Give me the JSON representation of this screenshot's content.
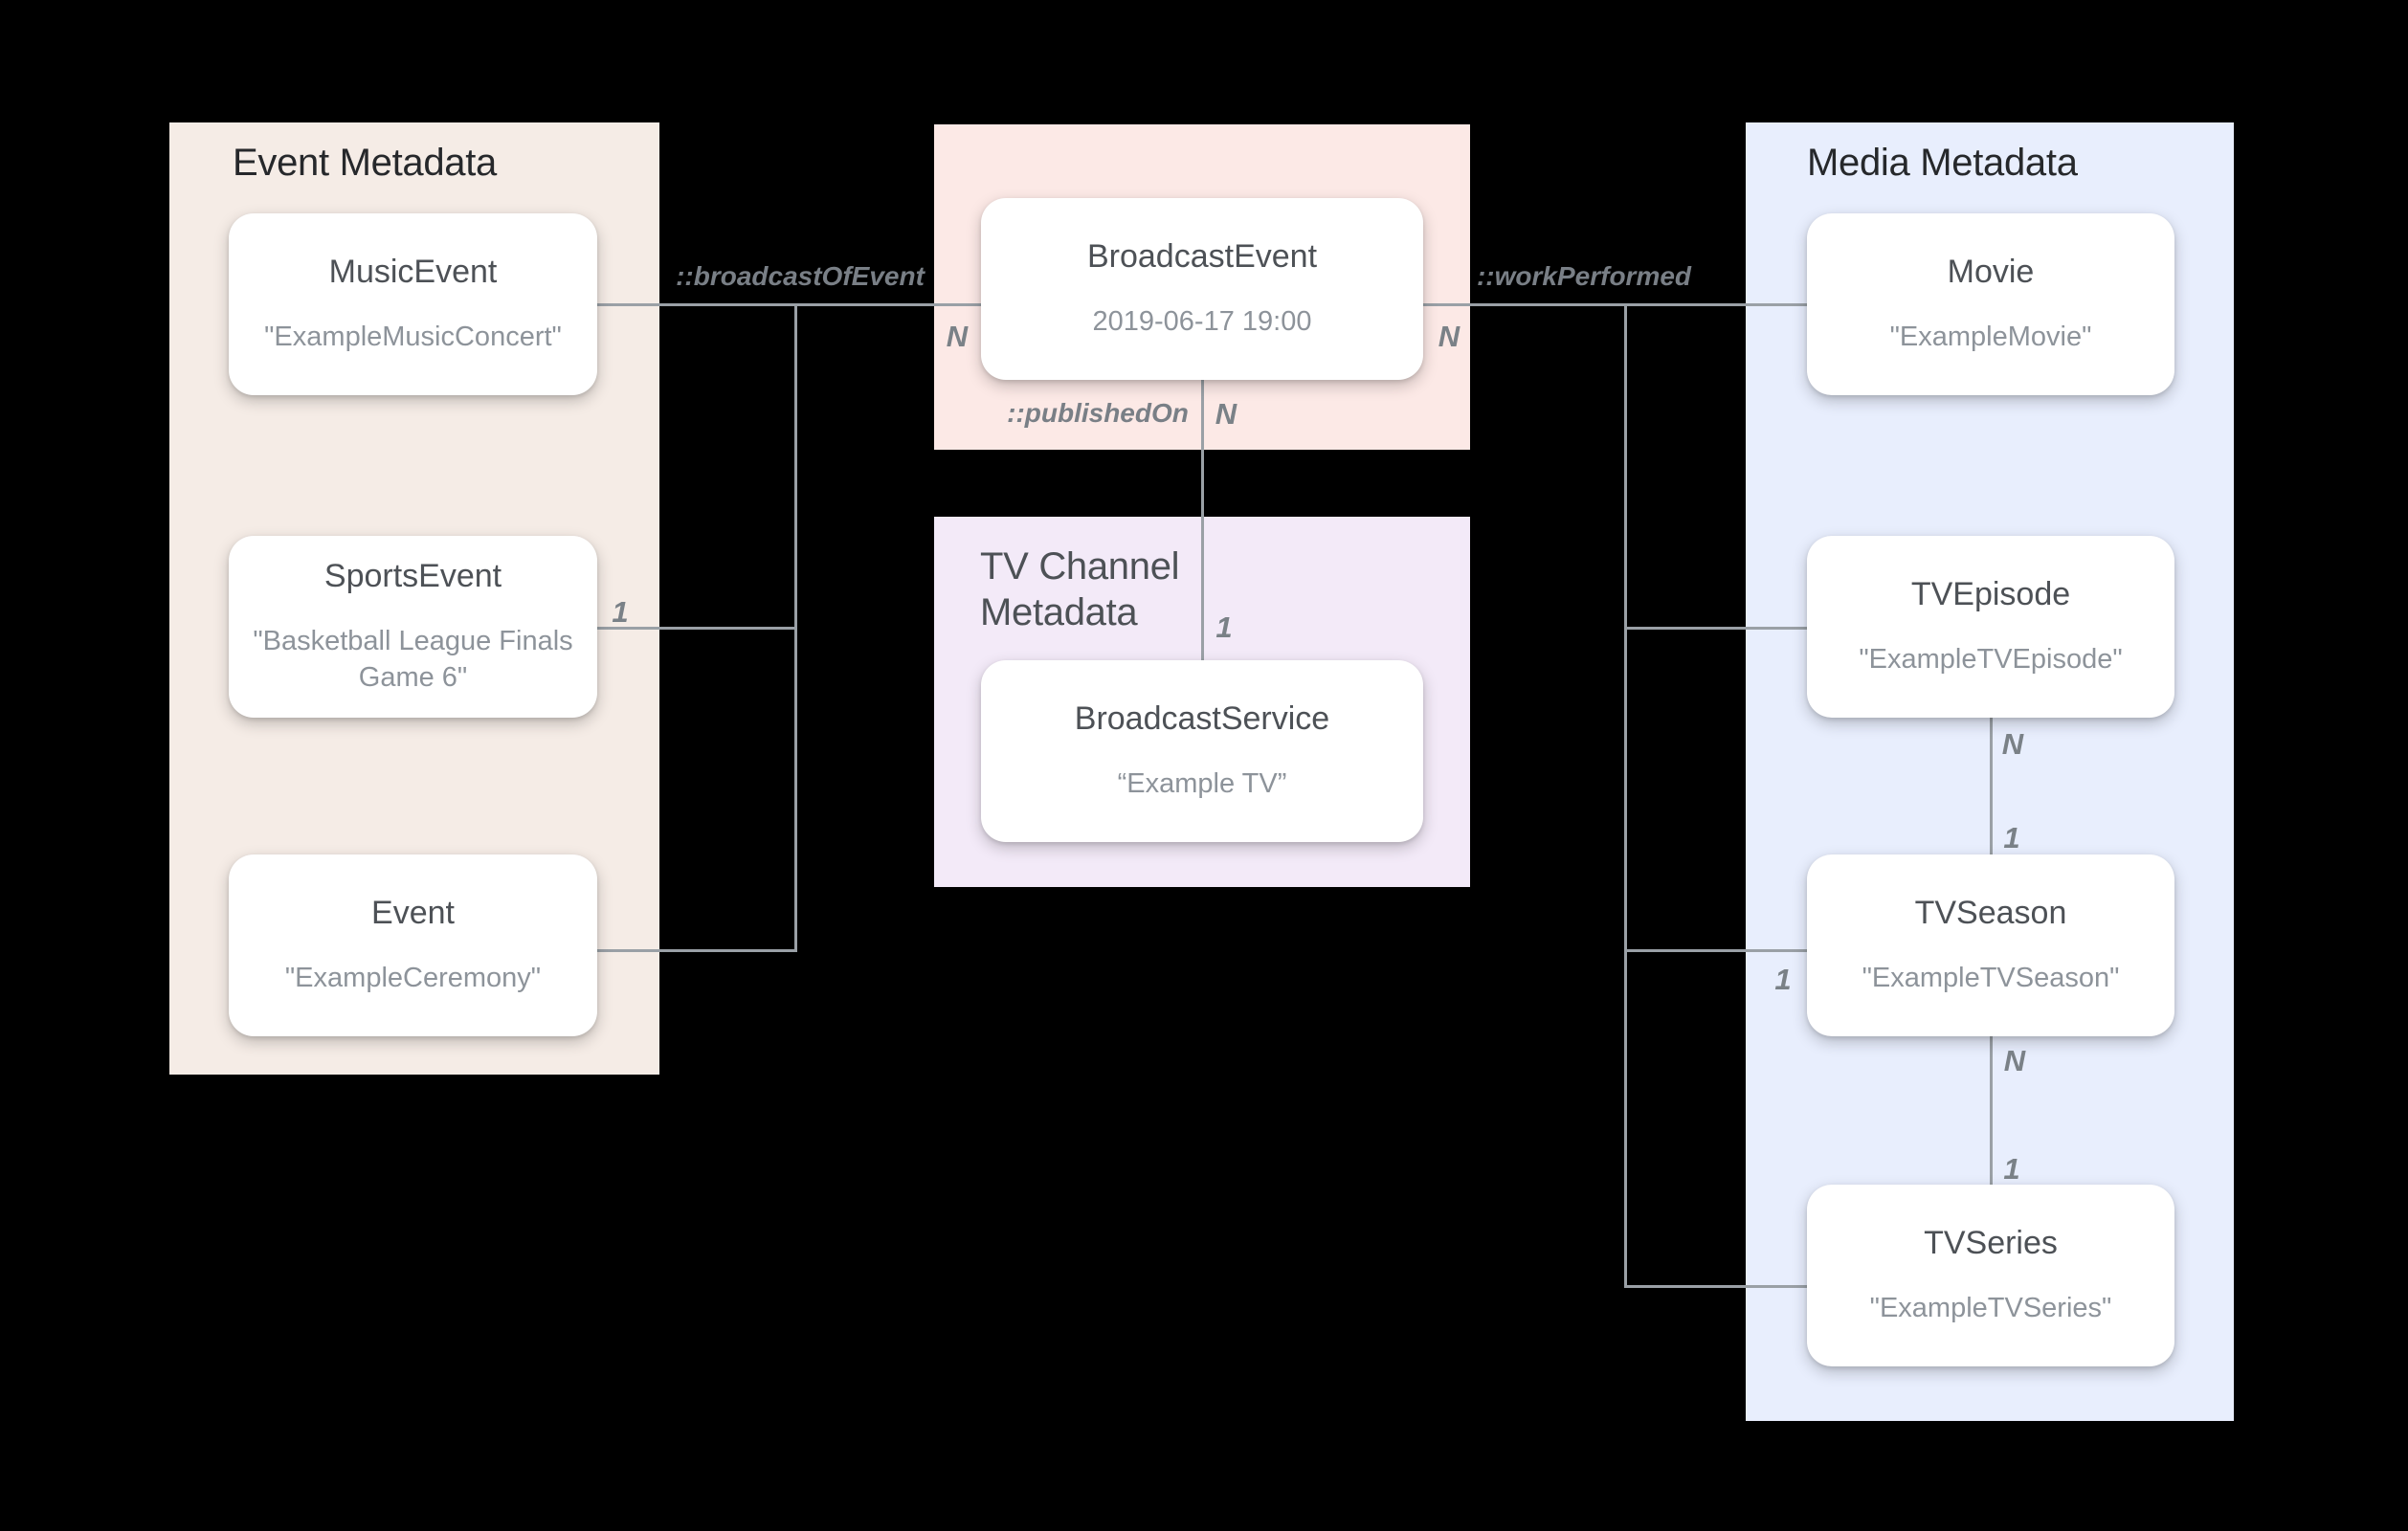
{
  "colors": {
    "background": "#000000",
    "event_panel": "#F5ECE6",
    "broadcast_panel": "#FCE9E6",
    "tv_channel_panel": "#F3EAF8",
    "media_panel": "#E8EEFD",
    "card_background": "#FFFFFF",
    "panel_title": "#26282B",
    "card_title": "#4D5156",
    "card_subtitle": "#8D939A",
    "connector_line": "#9AA0A6",
    "label_gray": "#797F86"
  },
  "panels": {
    "event": {
      "title": "Event Metadata"
    },
    "tv_channel": {
      "title": "TV Channel Metadata"
    },
    "media": {
      "title": "Media Metadata"
    }
  },
  "cards": {
    "music_event": {
      "title": "MusicEvent",
      "subtitle": "\"ExampleMusicConcert\""
    },
    "sports_event": {
      "title": "SportsEvent",
      "subtitle": "\"Basketball League Finals Game 6\""
    },
    "event": {
      "title": "Event",
      "subtitle": "\"ExampleCeremony\""
    },
    "broadcast_event": {
      "title": "BroadcastEvent",
      "subtitle": "2019-06-17 19:00"
    },
    "broadcast_service": {
      "title": "BroadcastService",
      "subtitle": "“Example TV”"
    },
    "movie": {
      "title": "Movie",
      "subtitle": "\"ExampleMovie\""
    },
    "tv_episode": {
      "title": "TVEpisode",
      "subtitle": "\"ExampleTVEpisode\""
    },
    "tv_season": {
      "title": "TVSeason",
      "subtitle": "\"ExampleTVSeason\""
    },
    "tv_series": {
      "title": "TVSeries",
      "subtitle": "\"ExampleTVSeries\""
    }
  },
  "relations": {
    "broadcast_of_event": "::broadcastOfEvent",
    "work_performed": "::workPerformed",
    "published_on": "::publishedOn"
  },
  "cardinalities": {
    "broadcast_left_n": "N",
    "broadcast_right_n": "N",
    "published_on_n": "N",
    "published_on_1": "1",
    "sports_event_1": "1",
    "tv_season_1": "1",
    "episode_season_n": "N",
    "episode_season_1": "1",
    "season_series_n": "N",
    "season_series_1": "1"
  }
}
